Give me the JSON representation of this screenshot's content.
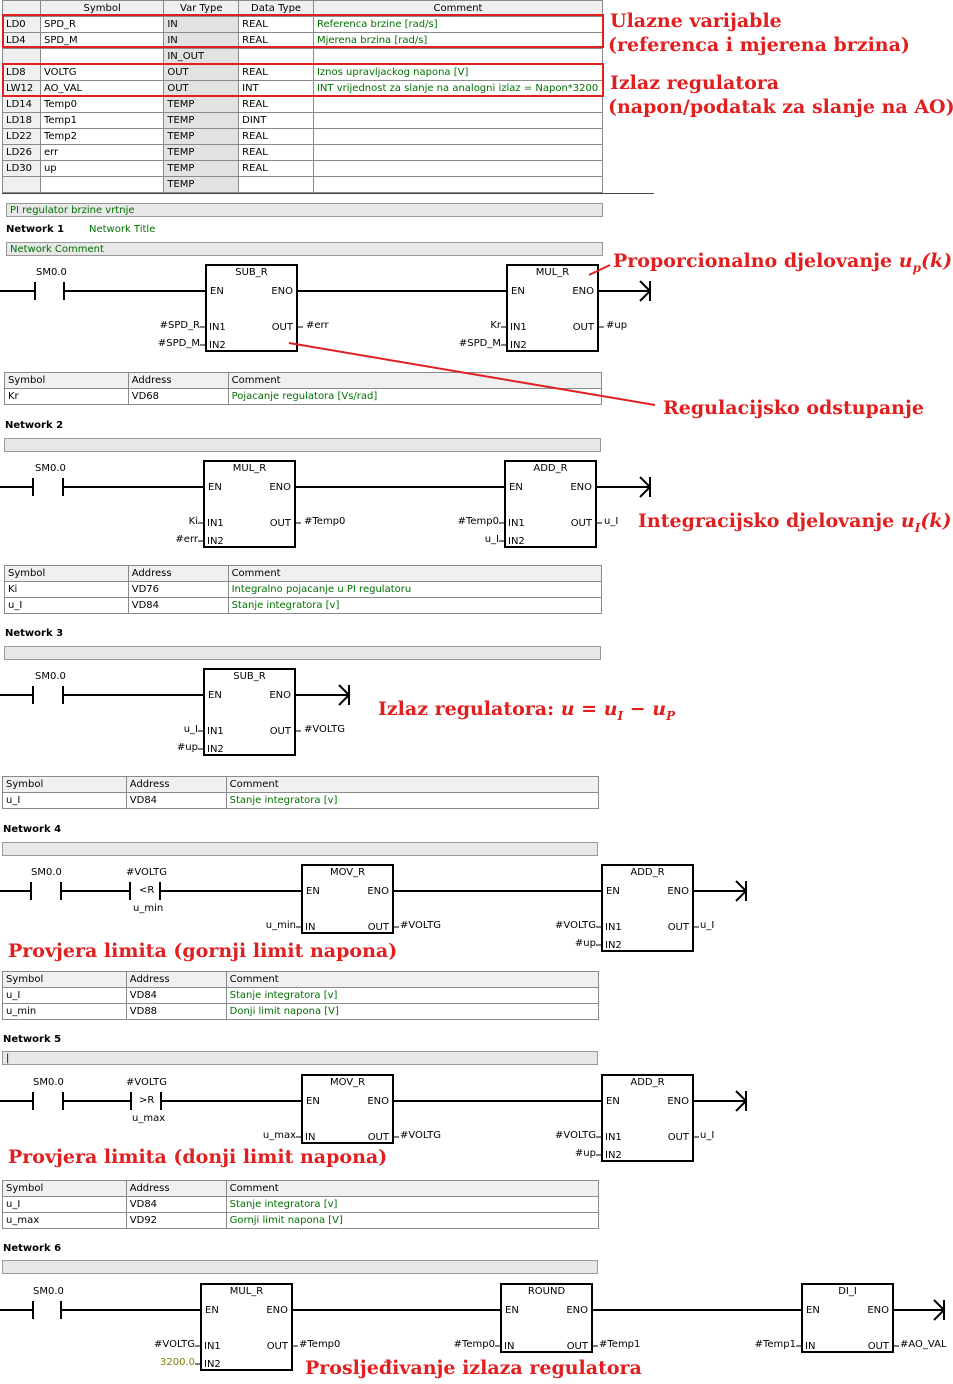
{
  "var_table": {
    "headers": [
      "",
      "Symbol",
      "Var Type",
      "Data Type",
      "Comment"
    ],
    "rows": [
      {
        "addr": "LD0",
        "sym": "SPD_R",
        "vt": "IN",
        "dt": "REAL",
        "cm": "Referenca brzine [rad/s]"
      },
      {
        "addr": "LD4",
        "sym": "SPD_M",
        "vt": "IN",
        "dt": "REAL",
        "cm": "Mjerena brzina [rad/s]"
      },
      {
        "addr": "",
        "sym": "",
        "vt": "IN_OUT",
        "dt": "",
        "cm": ""
      },
      {
        "addr": "LD8",
        "sym": "VOLTG",
        "vt": "OUT",
        "dt": "REAL",
        "cm": "Iznos upravljackog napona [V]"
      },
      {
        "addr": "LW12",
        "sym": "AO_VAL",
        "vt": "OUT",
        "dt": "INT",
        "cm": "INT vrijednost za slanje na analogni izlaz = Napon*3200"
      },
      {
        "addr": "LD14",
        "sym": "Temp0",
        "vt": "TEMP",
        "dt": "REAL",
        "cm": ""
      },
      {
        "addr": "LD18",
        "sym": "Temp1",
        "vt": "TEMP",
        "dt": "DINT",
        "cm": ""
      },
      {
        "addr": "LD22",
        "sym": "Temp2",
        "vt": "TEMP",
        "dt": "REAL",
        "cm": ""
      },
      {
        "addr": "LD26",
        "sym": "err",
        "vt": "TEMP",
        "dt": "REAL",
        "cm": ""
      },
      {
        "addr": "LD30",
        "sym": "up",
        "vt": "TEMP",
        "dt": "REAL",
        "cm": ""
      },
      {
        "addr": "",
        "sym": "",
        "vt": "TEMP",
        "dt": "",
        "cm": ""
      }
    ]
  },
  "program_comment": "PI regulator brzine vrtnje",
  "network1": {
    "label": "Network 1",
    "title": "Network Title",
    "comment": "Network Comment",
    "contact": "SM0.0",
    "b1": {
      "name": "SUB_R",
      "en": "EN",
      "eno": "ENO",
      "in1": "IN1",
      "in2": "IN2",
      "out": "OUT",
      "in1_v": "#SPD_R",
      "in2_v": "#SPD_M",
      "out_v": "#err"
    },
    "b2": {
      "name": "MUL_R",
      "en": "EN",
      "eno": "ENO",
      "in1": "IN1",
      "in2": "IN2",
      "out": "OUT",
      "in1_v": "Kr",
      "in2_v": "#SPD_M",
      "out_v": "#up"
    },
    "sym_headers": [
      "Symbol",
      "Address",
      "Comment"
    ],
    "sym_rows": [
      {
        "s": "Kr",
        "a": "VD68",
        "c": "Pojacanje regulatora [Vs/rad]"
      }
    ]
  },
  "network2": {
    "label": "Network 2",
    "contact": "SM0.0",
    "b1": {
      "name": "MUL_R",
      "en": "EN",
      "eno": "ENO",
      "in1": "IN1",
      "in2": "IN2",
      "out": "OUT",
      "in1_v": "Ki",
      "in2_v": "#err",
      "out_v": "#Temp0"
    },
    "b2": {
      "name": "ADD_R",
      "en": "EN",
      "eno": "ENO",
      "in1": "IN1",
      "in2": "IN2",
      "out": "OUT",
      "in1_v": "#Temp0",
      "in2_v": "u_I",
      "out_v": "u_I"
    },
    "sym_headers": [
      "Symbol",
      "Address",
      "Comment"
    ],
    "sym_rows": [
      {
        "s": "Ki",
        "a": "VD76",
        "c": "Integralno pojacanje u PI regulatoru"
      },
      {
        "s": "u_I",
        "a": "VD84",
        "c": "Stanje integratora [v]"
      }
    ]
  },
  "network3": {
    "label": "Network 3",
    "contact": "SM0.0",
    "b1": {
      "name": "SUB_R",
      "en": "EN",
      "eno": "ENO",
      "in1": "IN1",
      "in2": "IN2",
      "out": "OUT",
      "in1_v": "u_I",
      "in2_v": "#up",
      "out_v": "#VOLTG"
    },
    "sym_headers": [
      "Symbol",
      "Address",
      "Comment"
    ],
    "sym_rows": [
      {
        "s": "u_I",
        "a": "VD84",
        "c": "Stanje integratora [v]"
      }
    ]
  },
  "network4": {
    "label": "Network 4",
    "contact": "SM0.0",
    "cmp": {
      "top": "#VOLTG",
      "op": "<R",
      "bottom": "u_min"
    },
    "b1": {
      "name": "MOV_R",
      "en": "EN",
      "eno": "ENO",
      "in": "IN",
      "out": "OUT",
      "in_v": "u_min",
      "out_v": "#VOLTG"
    },
    "b2": {
      "name": "ADD_R",
      "en": "EN",
      "eno": "ENO",
      "in1": "IN1",
      "in2": "IN2",
      "out": "OUT",
      "in1_v": "#VOLTG",
      "in2_v": "#up",
      "out_v": "u_I"
    },
    "sym_headers": [
      "Symbol",
      "Address",
      "Comment"
    ],
    "sym_rows": [
      {
        "s": "u_I",
        "a": "VD84",
        "c": "Stanje integratora [v]"
      },
      {
        "s": "u_min",
        "a": "VD88",
        "c": "Donji limit napona [V]"
      }
    ]
  },
  "network5": {
    "label": "Network 5",
    "comment": "|",
    "contact": "SM0.0",
    "cmp": {
      "top": "#VOLTG",
      "op": ">R",
      "bottom": "u_max"
    },
    "b1": {
      "name": "MOV_R",
      "en": "EN",
      "eno": "ENO",
      "in": "IN",
      "out": "OUT",
      "in_v": "u_max",
      "out_v": "#VOLTG"
    },
    "b2": {
      "name": "ADD_R",
      "en": "EN",
      "eno": "ENO",
      "in1": "IN1",
      "in2": "IN2",
      "out": "OUT",
      "in1_v": "#VOLTG",
      "in2_v": "#up",
      "out_v": "u_I"
    },
    "sym_headers": [
      "Symbol",
      "Address",
      "Comment"
    ],
    "sym_rows": [
      {
        "s": "u_I",
        "a": "VD84",
        "c": "Stanje integratora [v]"
      },
      {
        "s": "u_max",
        "a": "VD92",
        "c": "Gornji limit napona [V]"
      }
    ]
  },
  "network6": {
    "label": "Network 6",
    "contact": "SM0.0",
    "b1": {
      "name": "MUL_R",
      "en": "EN",
      "eno": "ENO",
      "in1": "IN1",
      "in2": "IN2",
      "out": "OUT",
      "in1_v": "#VOLTG",
      "in2_v": "3200.0",
      "out_v": "#Temp0"
    },
    "b2": {
      "name": "ROUND",
      "en": "EN",
      "eno": "ENO",
      "in": "IN",
      "out": "OUT",
      "in_v": "#Temp0",
      "out_v": "#Temp1"
    },
    "b3": {
      "name": "DI_I",
      "en": "EN",
      "eno": "ENO",
      "in": "IN",
      "out": "OUT",
      "in_v": "#Temp1",
      "out_v": "#AO_VAL"
    }
  },
  "annotations": {
    "inputs_1": "Ulazne varijable",
    "inputs_2": "(referenca i mjerena brzina)",
    "output_1": "Izlaz regulatora",
    "output_2": "(napon/podatak za slanje na AO)",
    "prop": "Proporcionalno djelovanje ",
    "prop_math": "u",
    "prop_sub": "p",
    "prop_arg": "(k)",
    "err": "Regulacijsko odstupanje",
    "integ": "Integracijsko djelovanje ",
    "integ_math": "u",
    "integ_sub": "I",
    "integ_arg": "(k)",
    "out_eq_label": "Izlaz regulatora: ",
    "out_eq": "u = u",
    "out_eq_sub1": "I",
    "out_eq_mid": " − u",
    "out_eq_sub2": "P",
    "lim_upper": "Provjera limita (gornji limit napona)",
    "lim_lower": "Provjera limita (donji limit napona)",
    "forward": "Prosljeđivanje izlaza regulatora"
  },
  "colors": {
    "annotation": "#e02020",
    "comment_green": "#007000",
    "constant": "#808000"
  }
}
